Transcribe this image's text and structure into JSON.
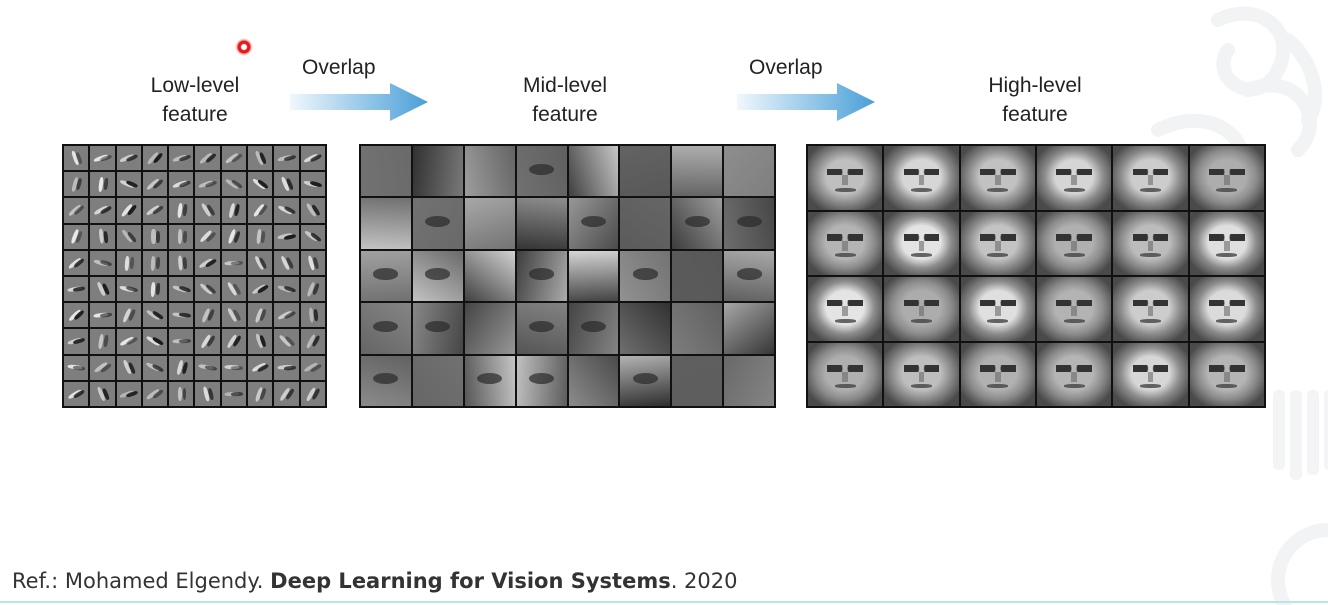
{
  "stages": [
    {
      "line1": "Low-level",
      "line2": "feature"
    },
    {
      "line1": "Mid-level",
      "line2": "feature"
    },
    {
      "line1": "High-level",
      "line2": "feature"
    }
  ],
  "arrows": [
    {
      "label": "Overlap"
    },
    {
      "label": "Overlap"
    }
  ],
  "panels": [
    {
      "name": "low-level-filters",
      "rows": 10,
      "cols": 10
    },
    {
      "name": "mid-level-parts",
      "rows": 5,
      "cols": 8
    },
    {
      "name": "high-level-faces",
      "rows": 4,
      "cols": 6
    }
  ],
  "footer": {
    "prefix": "Ref.: Mohamed Elgendy. ",
    "title": "Deep Learning for Vision Systems",
    "suffix": ". 2020"
  },
  "colors": {
    "arrow": "#4a9fd8",
    "accent_line": "#b9e4ea"
  }
}
